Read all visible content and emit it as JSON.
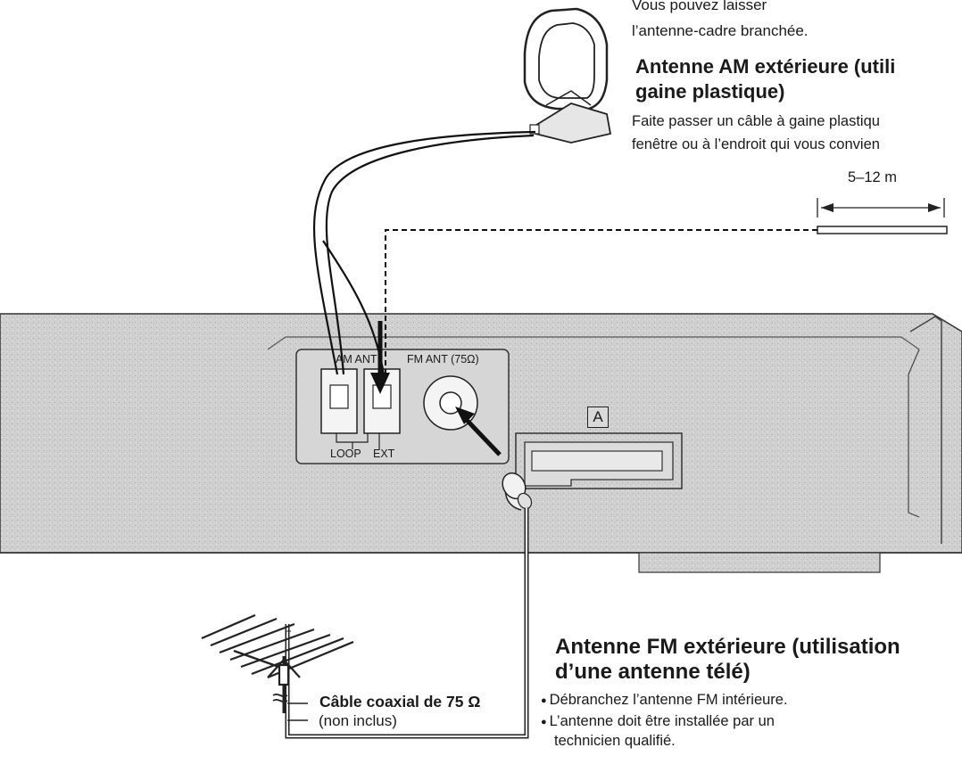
{
  "top_note": {
    "line1": "Vous pouvez laisser",
    "line2": "l’antenne-cadre branchée."
  },
  "am_outdoor": {
    "heading_line1": "Antenne AM extérieure (utili",
    "heading_line2": "gaine plastique)",
    "desc_line1": "Faite passer un câble à gaine plastiqu",
    "desc_line2": "fenêtre ou à l’endroit qui vous convien",
    "length": "5–12 m"
  },
  "panel": {
    "am_ant": "AM ANT",
    "fm_ant": "FM ANT (75Ω)",
    "loop": "LOOP",
    "ext": "EXT",
    "box_label": "A"
  },
  "cable": {
    "title": "Câble coaxial de 75 Ω",
    "subtitle": "(non inclus)"
  },
  "fm_outdoor": {
    "heading_line1": "Antenne FM extérieure (utilisation",
    "heading_line2": "d’une antenne télé)",
    "bullets": [
      "Débranchez l’antenne FM intérieure.",
      "L’antenne doit être installée par un"
    ],
    "bullet2_cont": "technicien qualifié."
  },
  "colors": {
    "panel_fill": "#cfcfcf",
    "ink": "#1a1a1a"
  }
}
